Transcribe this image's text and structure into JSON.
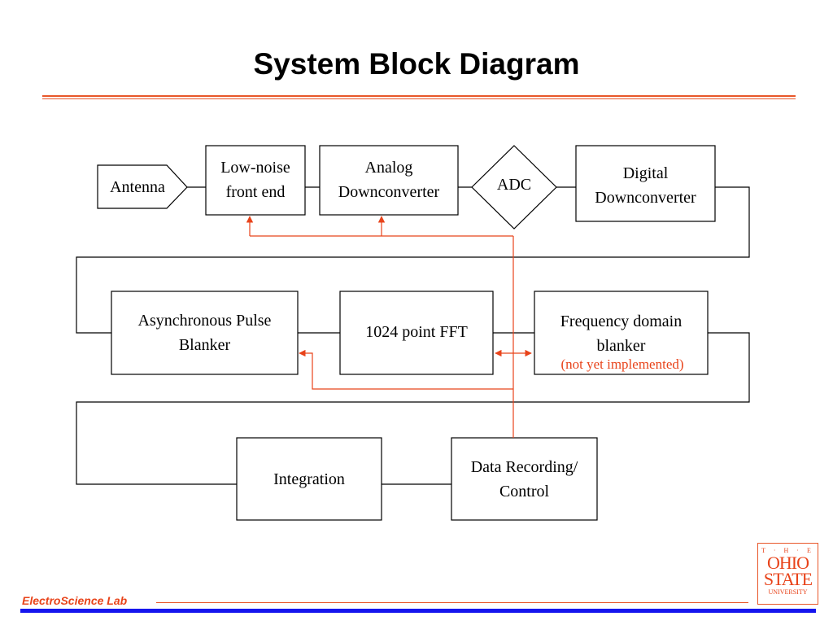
{
  "title": "System Block Diagram",
  "blocks": {
    "antenna": "Antenna",
    "lna": "Low-noise\nfront end",
    "analog_dc": "Analog\nDownconverter",
    "adc": "ADC",
    "digital_dc": "Digital\nDownconverter",
    "apb": "Asynchronous Pulse\nBlanker",
    "fft": "1024 point FFT",
    "fdb": "Frequency domain\nblanker",
    "fdb_note": "(not yet implemented)",
    "integration": "Integration",
    "recording": "Data Recording/\nControl"
  },
  "colors": {
    "accent": "#e8431a",
    "footer_bar": "#1515ee"
  },
  "footer": {
    "lab": "ElectroScience Lab"
  },
  "logo": {
    "the": "T · H · E",
    "ohio": "OHIO",
    "state": "STATE",
    "university": "UNIVERSITY"
  }
}
